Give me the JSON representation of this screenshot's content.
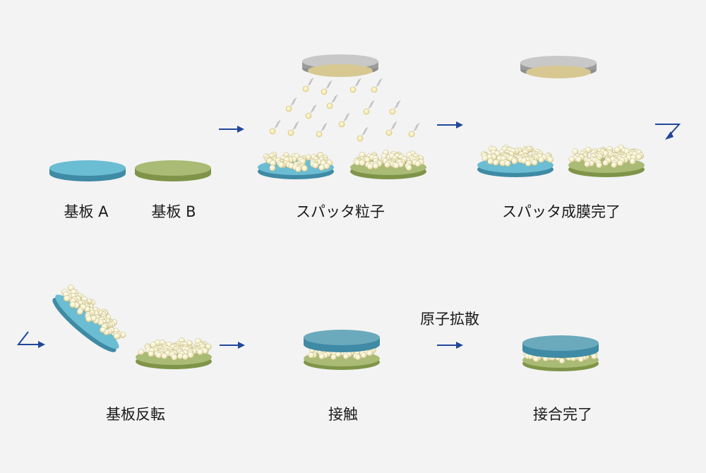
{
  "labels": {
    "substrate_a": "基板 A",
    "substrate_b": "基板 B",
    "sputter_particles": "スパッタ粒子",
    "sputter_complete": "スパッタ成膜完了",
    "substrate_flip": "基板反転",
    "contact": "接触",
    "atomic_diffusion": "原子拡散",
    "bonding_complete": "接合完了"
  },
  "colors": {
    "substrate_a": "#6bbdd3",
    "substrate_b": "#a9bb74",
    "particle": "#f7f2cf",
    "target": "#d7c891",
    "arrow": "#20479a",
    "background": "#f3f3f3"
  }
}
